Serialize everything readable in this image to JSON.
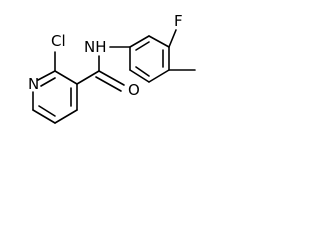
{
  "molecule": {
    "atom_labels": {
      "chlorine": "Cl",
      "pyridine_nitrogen": "N",
      "amide_nitrogen": "NH",
      "oxygen": "O",
      "fluorine": "F"
    },
    "bond_color": "#000000",
    "text_color": "#000000",
    "background": "#ffffff"
  }
}
